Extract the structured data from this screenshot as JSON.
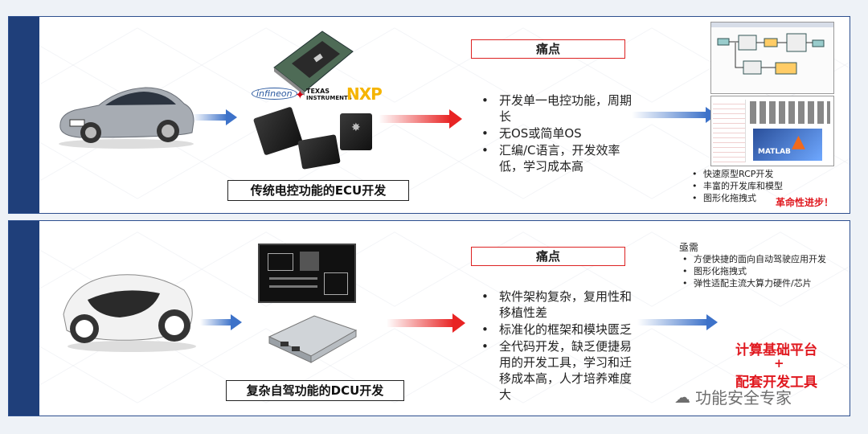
{
  "top": {
    "brands": {
      "infineon": "infineon",
      "ti_line1": "TEXAS",
      "ti_line2": "INSTRUMENTS",
      "nxp": "NXP"
    },
    "caption": "传统电控功能的ECU开发",
    "pain_title": "痛点",
    "pain_points": [
      "开发单一电控功能，周期长",
      "无OS或简单OS",
      "汇编/C语言，开发效率低，学习成本高"
    ],
    "benefits": [
      "快速原型RCP开发",
      "丰富的开发库和模型",
      "图形化拖拽式"
    ],
    "revolution": "革命性进步！",
    "matlab_logo": "MATLAB"
  },
  "bottom": {
    "caption": "复杂自驾功能的DCU开发",
    "pain_title": "痛点",
    "pain_points": [
      "软件架构复杂，复用性和移植性差",
      "标准化的框架和模块匮乏",
      "全代码开发，缺乏便捷易用的开发工具，学习和迁移成本高，人才培养难度大"
    ],
    "needs_title": "亟需",
    "needs": [
      "方便快捷的面向自动驾驶应用开发",
      "图形化拖拽式",
      "弹性适配主流大算力硬件/芯片"
    ],
    "result_line1": "计算基础平台",
    "result_plus": "+",
    "result_line2": "配套开发工具"
  },
  "watermark": "功能安全专家",
  "colors": {
    "sidebar": "#1f3f7a",
    "accent_red": "#e0181f",
    "arrow_blue": "#3d72c9"
  }
}
